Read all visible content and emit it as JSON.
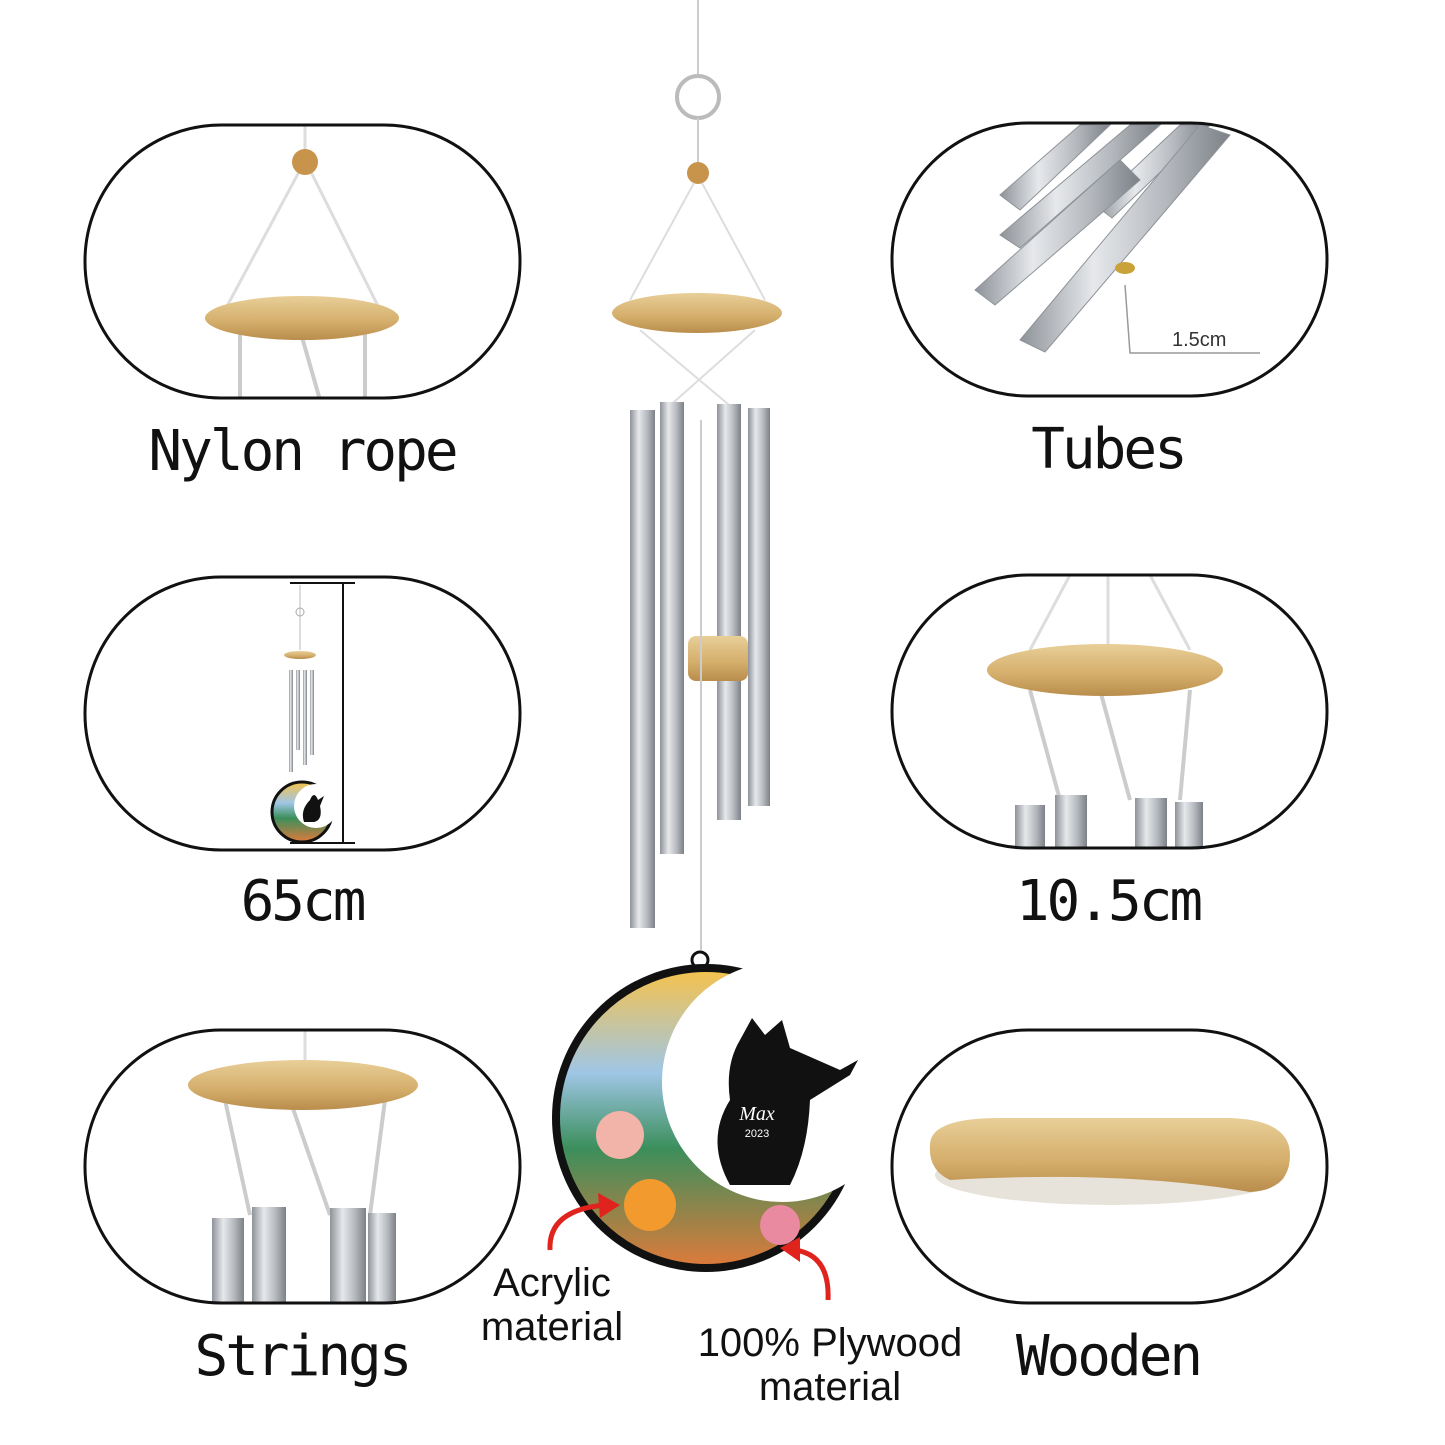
{
  "labels": {
    "nylon_rope": "Nylon rope",
    "tubes": "Tubes",
    "length": "65cm",
    "diameter": "10.5cm",
    "strings": "Strings",
    "wooden": "Wooden"
  },
  "tube_dimension": "1.5cm",
  "annotations": {
    "acrylic_line1": "Acrylic",
    "acrylic_line2": "material",
    "plywood_line1": "100% Plywood",
    "plywood_line2": "material"
  },
  "pendant": {
    "name": "Max",
    "year": "2023"
  },
  "colors": {
    "wood": "#d9b77a",
    "metal": "#b8bcc2",
    "arrow": "#e0231c"
  }
}
